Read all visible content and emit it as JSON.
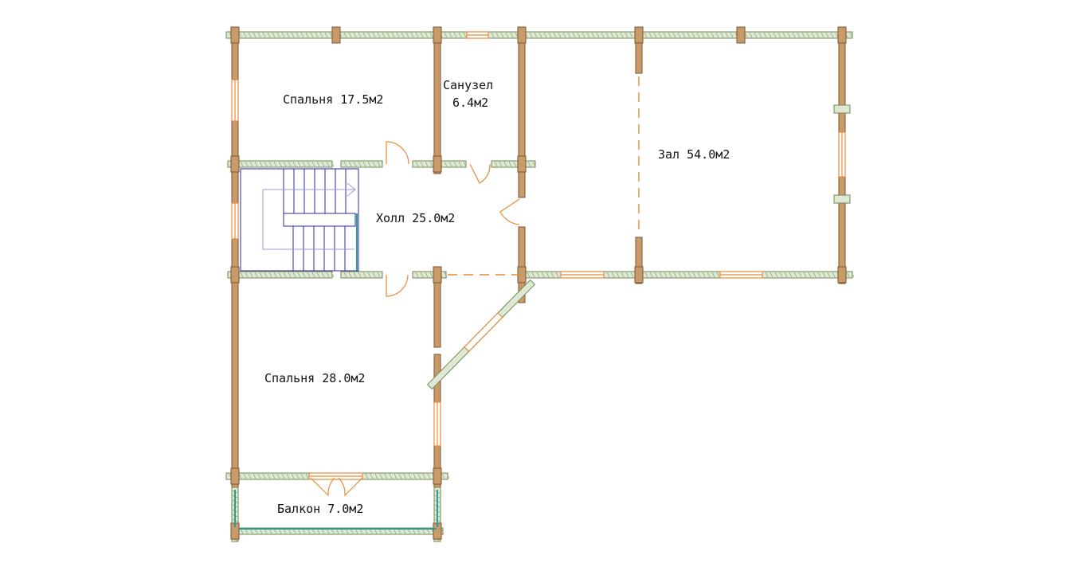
{
  "rooms": {
    "bedroom1": "Спальня 17.5м2",
    "bathroom_line1": "Санузел",
    "bathroom_line2": "6.4м2",
    "hall_big": "Зал 54.0м2",
    "hall": "Холл 25.0м2",
    "bedroom2": "Спальня 28.0м2",
    "balcony": "Балкон 7.0м2"
  },
  "colors": {
    "log_wall": "#dfe8d2",
    "log_wall_stroke": "#6f8a55",
    "column": "#c99a6a",
    "window_door": "#e88a3a",
    "stairs": "#2a2aa8",
    "glass": "#2b9a9a"
  }
}
